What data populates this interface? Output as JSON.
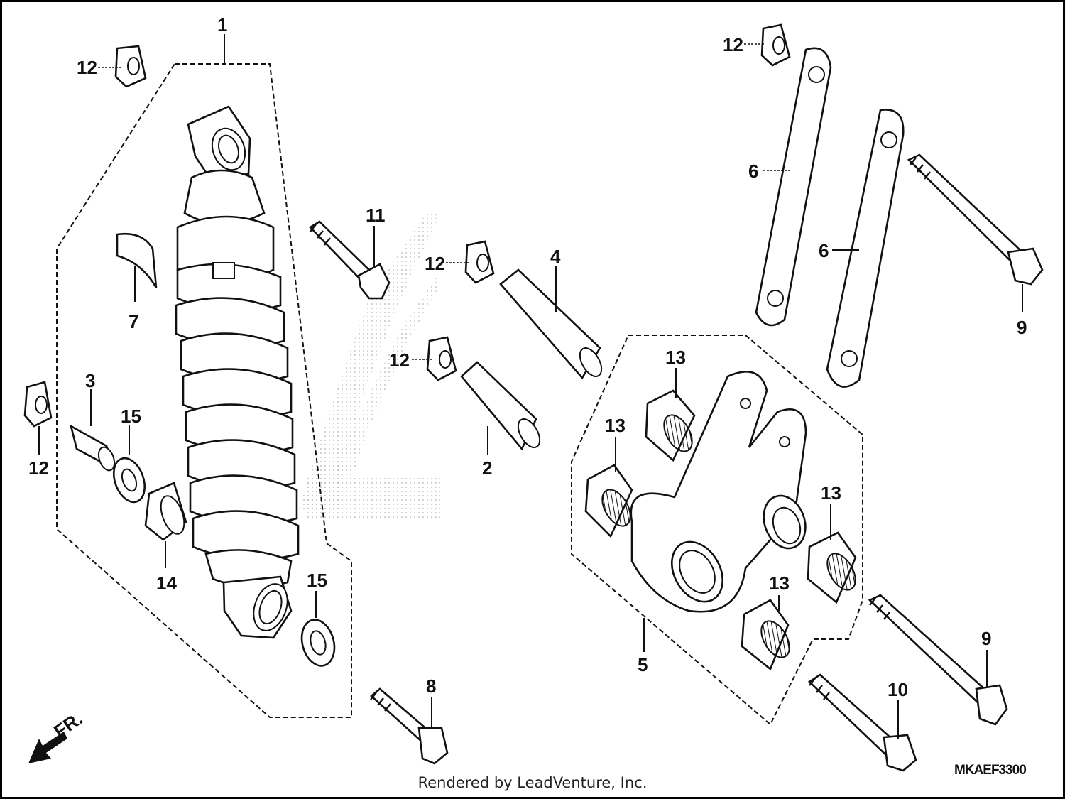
{
  "diagram": {
    "callouts": {
      "c1": "1",
      "c2": "2",
      "c3": "3",
      "c4": "4",
      "c5": "5",
      "c6a": "6",
      "c6b": "6",
      "c7": "7",
      "c8": "8",
      "c9a": "9",
      "c9b": "9",
      "c10": "10",
      "c11": "11",
      "c12a": "12",
      "c12b": "12",
      "c12c": "12",
      "c12d": "12",
      "c12e": "12",
      "c13a": "13",
      "c13b": "13",
      "c13c": "13",
      "c13d": "13",
      "c14": "14",
      "c15a": "15",
      "c15b": "15"
    },
    "direction_label": "FR.",
    "diagram_code": "MKAEF3300"
  },
  "footer": {
    "credit": "Rendered by LeadVenture, Inc."
  }
}
